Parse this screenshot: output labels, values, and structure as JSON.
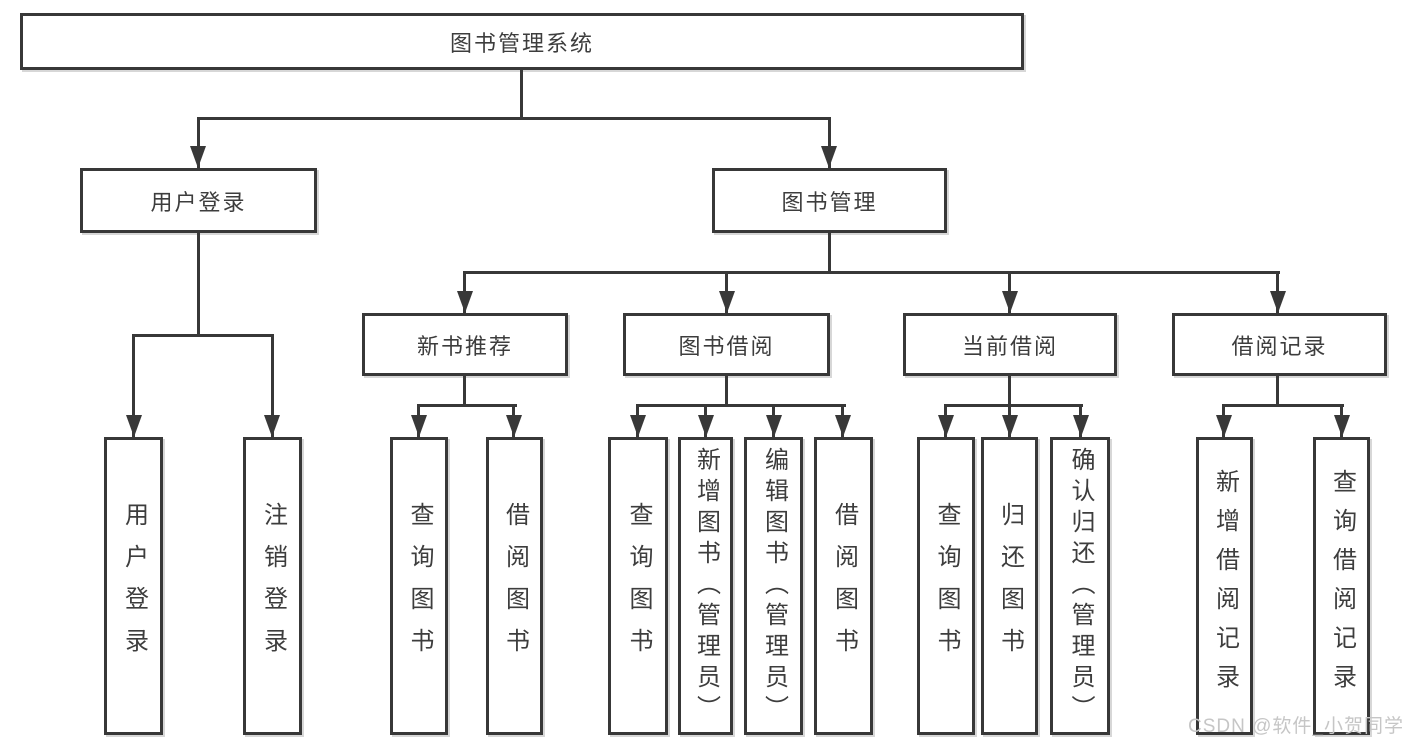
{
  "tree": {
    "root": "图书管理系统",
    "branches": [
      {
        "label": "用户登录",
        "children": [
          {
            "label": "用户登录"
          },
          {
            "label": "注销登录"
          }
        ]
      },
      {
        "label": "图书管理",
        "sections": [
          {
            "label": "新书推荐",
            "children": [
              {
                "label": "查询图书"
              },
              {
                "label": "借阅图书"
              }
            ]
          },
          {
            "label": "图书借阅",
            "children": [
              {
                "label": "查询图书"
              },
              {
                "label": "新增图书（管理员）"
              },
              {
                "label": "编辑图书（管理员）"
              },
              {
                "label": "借阅图书"
              }
            ]
          },
          {
            "label": "当前借阅",
            "children": [
              {
                "label": "查询图书"
              },
              {
                "label": "归还图书"
              },
              {
                "label": "确认归还（管理员）"
              }
            ]
          },
          {
            "label": "借阅记录",
            "children": [
              {
                "label": "新增借阅记录"
              },
              {
                "label": "查询借阅记录"
              }
            ]
          }
        ]
      }
    ]
  },
  "watermark": {
    "text": "CSDN @软件_小贺同学"
  },
  "colors": {
    "line": "#383838",
    "box_border": "#383838",
    "text": "#3d3d3d",
    "watermark": "#c6c6c6",
    "background": "#ffffff"
  }
}
